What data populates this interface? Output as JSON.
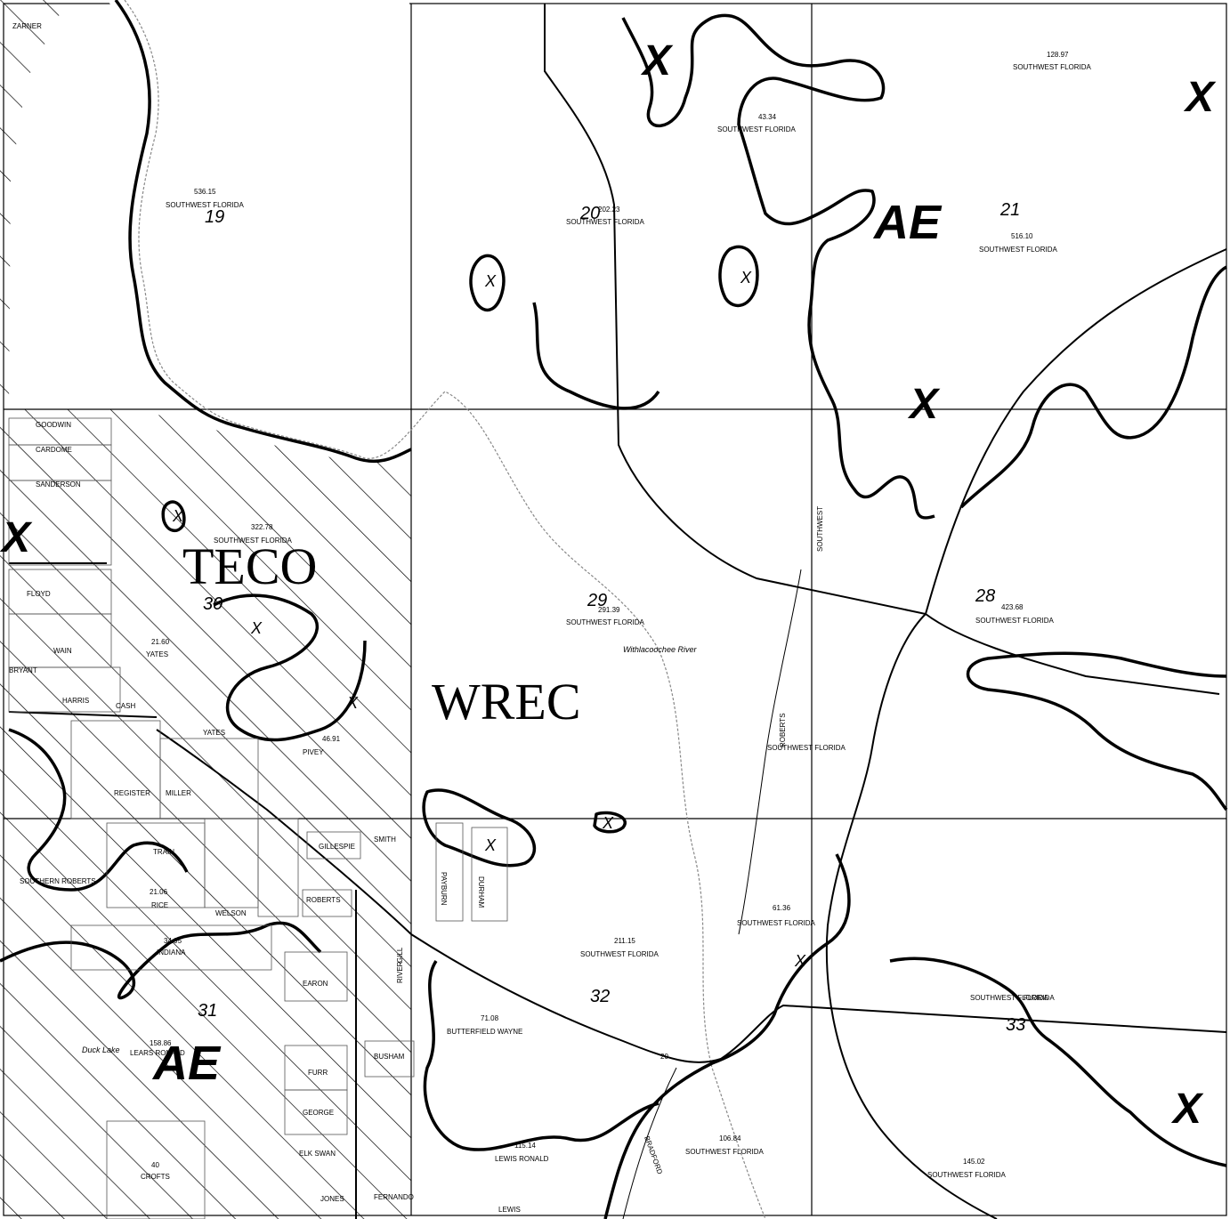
{
  "map": {
    "sections": [
      "19",
      "20",
      "21",
      "28",
      "29",
      "30",
      "31",
      "32",
      "33"
    ],
    "utilities": [
      "TECO",
      "WREC"
    ],
    "zones": {
      "x": "X",
      "ae": "AE"
    },
    "river": "Withlacoochee River",
    "lake": "Duck Lake",
    "parcels": [
      {
        "acres": "536.15",
        "owner": "SOUTHWEST FLORIDA"
      },
      {
        "acres": "202.23",
        "owner": "SOUTHWEST FLORIDA"
      },
      {
        "acres": "128.97",
        "owner": "SOUTHWEST FLORIDA"
      },
      {
        "acres": "43.34",
        "owner": "SOUTHWEST FLORIDA"
      },
      {
        "acres": "516.10",
        "owner": "SOUTHWEST FLORIDA"
      },
      {
        "acres": "322.78",
        "owner": "SOUTHWEST FLORIDA"
      },
      {
        "acres": "291.39",
        "owner": "SOUTHWEST FLORIDA"
      },
      {
        "acres": "423.68",
        "owner": "SOUTHWEST FLORIDA"
      },
      {
        "acres": "211.15",
        "owner": "SOUTHWEST FLORIDA"
      },
      {
        "acres": "61.36",
        "owner": "SOUTHWEST FLORIDA"
      },
      {
        "acres": "106.84",
        "owner": "SOUTHWEST FLORIDA"
      },
      {
        "acres": "145.02",
        "owner": "SOUTHWEST FLORIDA"
      },
      {
        "acres": "71.08",
        "owner": "BUTTERFIELD WAYNE"
      },
      {
        "acres": "115.14",
        "owner": "LEWIS RONALD"
      },
      {
        "acres": "158.86",
        "owner": "LEARS RONALD"
      },
      {
        "acres": "21.60",
        "owner": "YATES"
      },
      {
        "acres": "21.06",
        "owner": "RICE"
      },
      {
        "acres": "34.95",
        "owner": "INDIANA"
      },
      {
        "acres": "46.91",
        "owner": "PIVEY"
      },
      {
        "acres": "40",
        "owner": "CROFTS"
      }
    ],
    "misc_labels": [
      "ZARNER",
      "GOODWIN",
      "CARDOME",
      "SANDERSON",
      "FLOYD",
      "WAIN",
      "BRYANT",
      "HARRIS",
      "CASH",
      "YATES",
      "REGISTER",
      "MILLER",
      "TRAIN",
      "SOUTHERN ROBERTS",
      "WELSON",
      "ROBERTS",
      "GILLESPIE",
      "SMITH",
      "EARON",
      "FURR",
      "BUSHAM",
      "GEORGE",
      "ELK SWAN",
      "JONES",
      "LEWIS",
      "FERNANDO",
      "BRADFORD",
      "PAYBURN",
      "DURHAM",
      "SOUTHWEST",
      "RIVER",
      "ROBERTS",
      "SOUTHWEST FLORIDA",
      "SOUTHWEST FLORIDA",
      "20",
      "GILL",
      "FLORIDA"
    ]
  },
  "colors": {
    "ink": "#000000",
    "paper": "#ffffff",
    "halftone": "#888888"
  }
}
